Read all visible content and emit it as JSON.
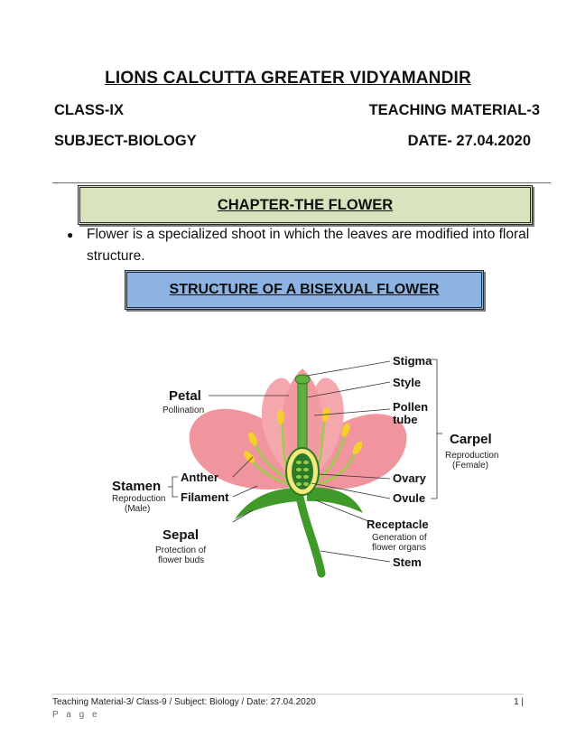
{
  "header": {
    "school": "LIONS CALCUTTA GREATER VIDYAMANDIR",
    "class": "CLASS-IX",
    "material": "TEACHING MATERIAL-3",
    "subject": "SUBJECT-BIOLOGY",
    "date": "DATE- 27.04.2020"
  },
  "chapter": {
    "title": "CHAPTER-THE FLOWER"
  },
  "bullets": [
    "Flower is a specialized shoot in which the leaves are modified into floral structure."
  ],
  "section": {
    "title": "STRUCTURE OF A BISEXUAL FLOWER"
  },
  "diagram": {
    "labels": {
      "stigma": "Stigma",
      "style": "Style",
      "pollen_1": "Pollen",
      "pollen_2": "tube",
      "carpel": "Carpel",
      "carpel_sub_1": "Reproduction",
      "carpel_sub_2": "(Female)",
      "petal": "Petal",
      "petal_sub": "Pollination",
      "stamen": "Stamen",
      "stamen_sub_1": "Reproduction",
      "stamen_sub_2": "(Male)",
      "anther": "Anther",
      "filament": "Filament",
      "ovary": "Ovary",
      "ovule": "Ovule",
      "sepal": "Sepal",
      "sepal_sub_1": "Protection of",
      "sepal_sub_2": "flower buds",
      "receptacle": "Receptacle",
      "receptacle_sub_1": "Generation of",
      "receptacle_sub_2": "flower organs",
      "stem": "Stem"
    },
    "colors": {
      "petal": "#f0959d",
      "petal_dark": "#e47c87",
      "green": "#3f9a2a",
      "light_green": "#9ccc4a",
      "anther": "#f5cf2a",
      "ovule": "#2a7a2a"
    }
  },
  "footer": {
    "text": "Teaching Material-3/ Class-9 / Subject: Biology / Date: 27.04.2020",
    "page": "1 |",
    "page_label": "P a g e"
  }
}
